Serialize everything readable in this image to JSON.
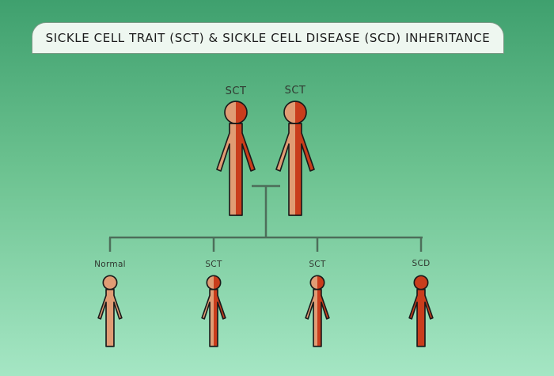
{
  "title": "SICKLE CELL TRAIT (SCT) & SICKLE CELL DISEASE (SCD) INHERITANCE",
  "colors": {
    "normal": "#e09c74",
    "disease": "#c93d1c",
    "outline": "#1a1a1a",
    "connector": "#4d6e5a"
  },
  "parents": [
    {
      "label": "SCT",
      "status": "SCT"
    },
    {
      "label": "SCT",
      "status": "SCT"
    }
  ],
  "children": [
    {
      "label": "Normal",
      "status": "Normal"
    },
    {
      "label": "SCT",
      "status": "SCT"
    },
    {
      "label": "SCT",
      "status": "SCT"
    },
    {
      "label": "SCD",
      "status": "SCD"
    }
  ]
}
